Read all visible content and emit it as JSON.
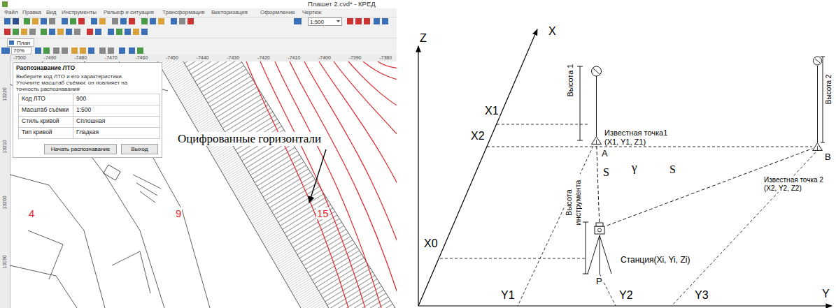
{
  "diagram": {
    "nodes": [
      {
        "text": [
          "Распознавание ЛТО",
          "Выберите код ЛТО и его характеристики. Уточните масштаб съёмки: он повлияет на точность распознавания"
        ]
      },
      {
        "text": [
          "Начать распознавание"
        ],
        "in": 0
      },
      {
        "text": [
          "Выход"
        ],
        "in": 0
      },
      {
        "text": [
          "Известная точка1 (X1, Y1, Z1)",
          "A"
        ]
      },
      {
        "text": [
          "Известная точка 2 (X2, Y2, Z2)",
          "B"
        ]
      },
      {
        "text": [
          "Станция(Xi, Yi, Zi)",
          "P"
        ]
      }
    ],
    "edges": [
      {
        "from": 5,
        "to": 3,
        "arrow": "none",
        "label": "S"
      },
      {
        "from": 5,
        "to": 4,
        "arrow": "none",
        "label": "S"
      }
    ],
    "labels": [
      "Плашет 2.cvd* - КРЕД",
      "Файл",
      "Правка",
      "Вид",
      "Инструменты",
      "Рельеф и ситуация",
      "Трансформация",
      "Векторизация",
      "Оформление",
      "Чертеж",
      "1:500",
      "План",
      "70%",
      "-7500",
      "-7490",
      "-7480",
      "-7470",
      "-7460",
      "-7450",
      "-7440",
      "-7430",
      "-7420",
      "-7410",
      "-7400",
      "-7390",
      "-7380",
      "13220",
      "13210",
      "13200",
      "13190",
      "Код ЛТО",
      "900",
      "Масштаб съёмки",
      "1:500",
      "Стиль кривой",
      "Сплошная",
      "Тип кривой",
      "Гладкая",
      "Оцифрованные горизонтали",
      "4",
      "9",
      "15",
      "Z",
      "X",
      "Y",
      "X1",
      "X2",
      "X0",
      "Высота 1",
      "Высота 2",
      "Высота инструмента",
      "γ",
      "Y1",
      "Y2",
      "Y3"
    ]
  }
}
